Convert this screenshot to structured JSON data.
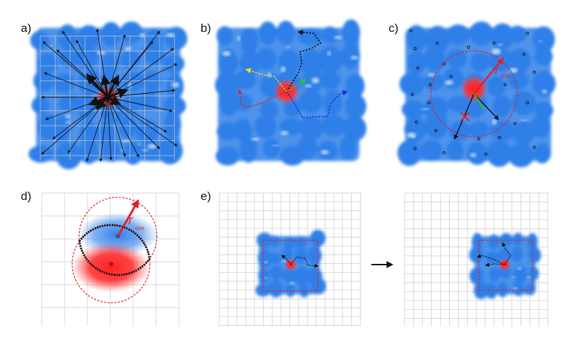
{
  "panels": {
    "a": "a)",
    "b": "b)",
    "c": "c)",
    "d": "d)",
    "e": "e)"
  },
  "labels": {
    "hop_r": "r",
    "hop_sub": "hop",
    "ove_r": "r",
    "ove_sub": "ove"
  },
  "colors": {
    "cell": "#2f7fe8",
    "focus": "#f01818",
    "grid": "#c8c8c8",
    "circle": "#e0202a"
  }
}
